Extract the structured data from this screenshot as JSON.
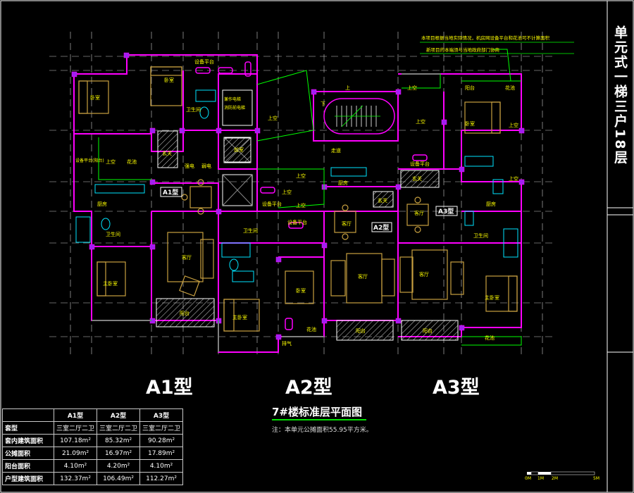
{
  "side_title": "单元式一梯三户18层",
  "top_note": {
    "line1": "本项目根据当地实际情况，机房网设备平台和花池可不计算面积",
    "line2": "新项目的本端须与当地政府部门协商"
  },
  "unit_types": [
    "A1型",
    "A2型",
    "A3型"
  ],
  "plan_tags": [
    "A1型",
    "A2型",
    "A3型"
  ],
  "plan_title": "7#楼标准层平面图",
  "plan_note": "注：本单元公摊面积55.95平方米。",
  "room_labels": {
    "bedroom": "卧室",
    "master_bedroom": "主卧室",
    "living": "客厅",
    "kitchen": "厨房",
    "bath": "卫生间",
    "balcony": "阳台",
    "equipment_platform": "设备平台",
    "void": "上空",
    "flower_bed": "花池",
    "corridor": "走道",
    "lift_room": "前室",
    "entrance": "玄关",
    "fire_lift": "兼作电梯消防前电梯",
    "air_well": "风井",
    "equipment_balcony": "设备平台(阳台)",
    "stair_down": "下",
    "stair_up": "上",
    "electric": "强电",
    "weak": "弱电",
    "exhaust": "排气"
  },
  "table": {
    "columns": [
      "",
      "A1型",
      "A2型",
      "A3型"
    ],
    "rows": [
      {
        "label": "套型",
        "values": [
          "三室二厅二卫",
          "三室二厅二卫",
          "三室二厅二卫"
        ]
      },
      {
        "label": "套内建筑面积",
        "values": [
          "107.18m²",
          "85.32m²",
          "90.28m²"
        ]
      },
      {
        "label": "公摊面积",
        "values": [
          "21.09m²",
          "16.97m²",
          "17.89m²"
        ]
      },
      {
        "label": "阳台面积",
        "values": [
          "4.10m²",
          "4.20m²",
          "4.10m²"
        ]
      },
      {
        "label": "户型建筑面积",
        "values": [
          "132.37m²",
          "106.49m²",
          "112.27m²"
        ]
      }
    ]
  },
  "scalebar": {
    "labels": [
      "0M",
      "1M",
      "2M",
      "5M"
    ]
  },
  "colors": {
    "wall": "#ff00ff",
    "grid": "#ffffff",
    "furniture": "#c8a040",
    "fixture": "#00e5ff",
    "window": "#00ff00",
    "label": "#ffff00",
    "hatch": "#ff4040",
    "room_text": "#ffffff"
  }
}
